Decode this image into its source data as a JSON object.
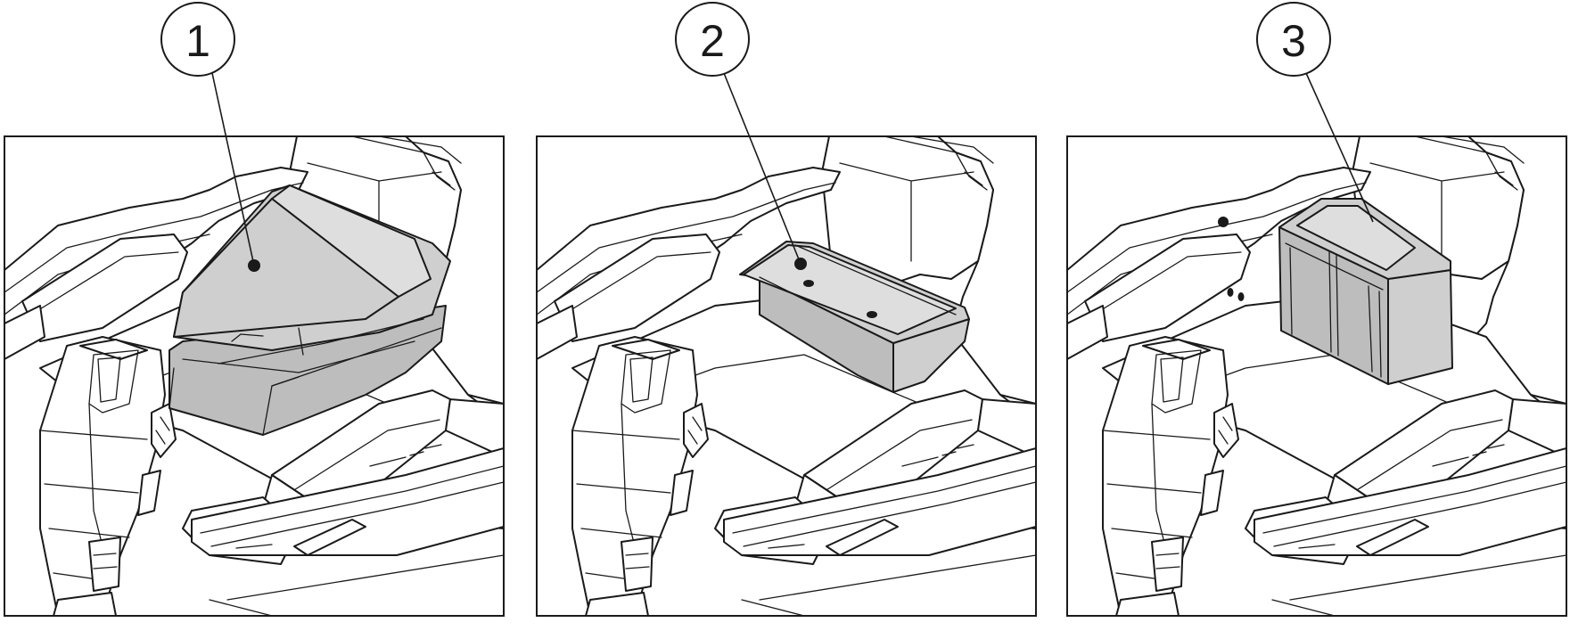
{
  "panels": [
    {
      "callout": "1",
      "component": "seat-cushion"
    },
    {
      "callout": "2",
      "component": "storage-box"
    },
    {
      "callout": "3",
      "component": "cabinet"
    }
  ]
}
